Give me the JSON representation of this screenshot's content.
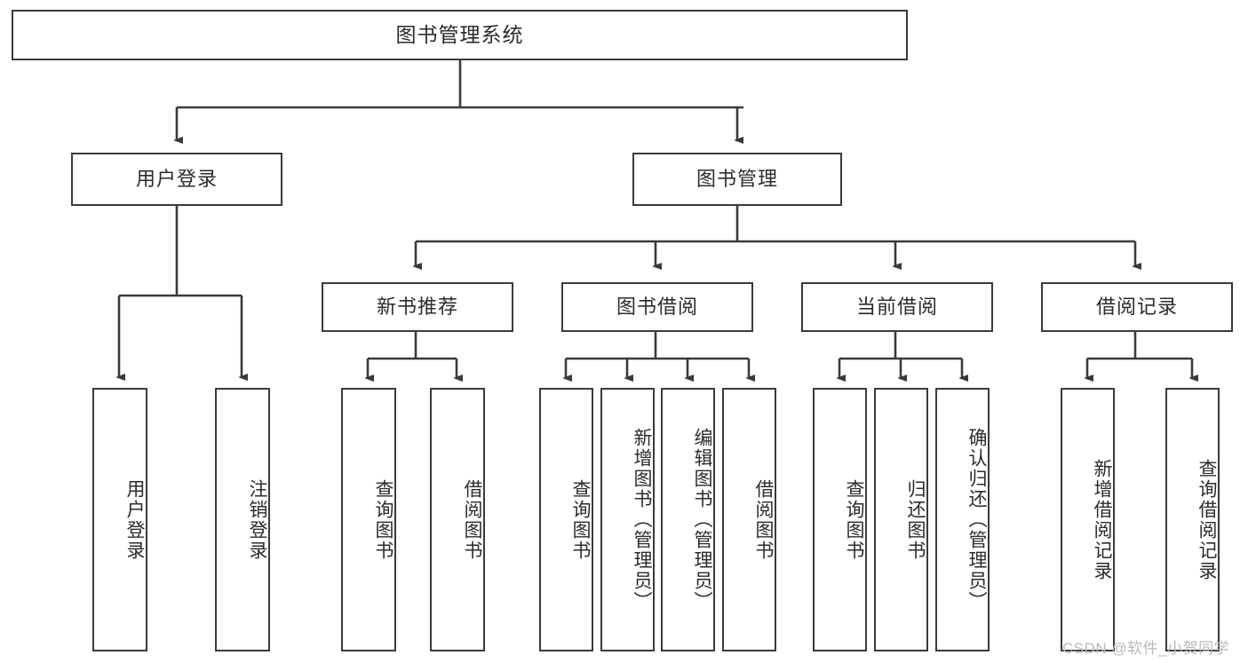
{
  "diagram": {
    "title": "图书管理系统",
    "type": "tree",
    "root": {
      "label": "图书管理系统"
    },
    "level2": [
      {
        "label": "用户登录"
      },
      {
        "label": "图书管理"
      }
    ],
    "level3": [
      {
        "label": "新书推荐",
        "parent": "图书管理"
      },
      {
        "label": "图书借阅",
        "parent": "图书管理"
      },
      {
        "label": "当前借阅",
        "parent": "图书管理"
      },
      {
        "label": "借阅记录",
        "parent": "图书管理"
      }
    ],
    "leaves": {
      "user_login": [
        {
          "label": "用户登录"
        },
        {
          "label": "注销登录"
        }
      ],
      "new_book": [
        {
          "label": "查询图书"
        },
        {
          "label": "借阅图书"
        }
      ],
      "book_borrow": [
        {
          "label": "查询图书"
        },
        {
          "label": "新增图书（管理员）"
        },
        {
          "label": "编辑图书（管理员）"
        },
        {
          "label": "借阅图书"
        }
      ],
      "current_borrow": [
        {
          "label": "查询图书"
        },
        {
          "label": "归还图书"
        },
        {
          "label": "确认归还（管理员）"
        }
      ],
      "borrow_record": [
        {
          "label": "新增借阅记录"
        },
        {
          "label": "查询借阅记录"
        }
      ]
    }
  },
  "watermark": {
    "text": "CSDN @软件_小贺同学"
  },
  "colors": {
    "stroke": "#3a3a3a",
    "text": "#2b2b2b",
    "background": "#ffffff",
    "watermark": "#b9b9b9"
  }
}
